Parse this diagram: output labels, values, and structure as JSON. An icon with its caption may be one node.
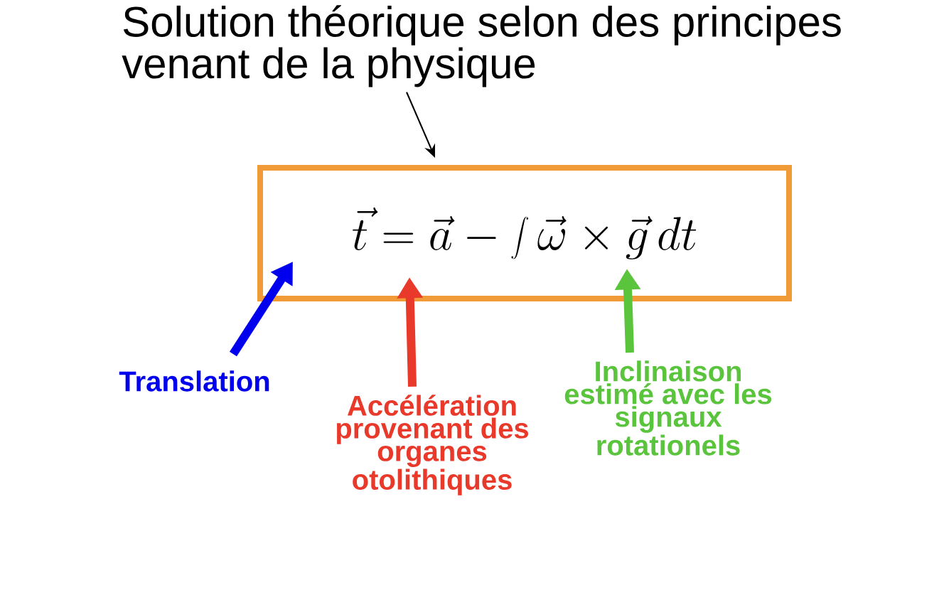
{
  "diagram": {
    "nodes": [
      {
        "text": [
          "Solution théorique selon des principes venant de la physique"
        ]
      },
      {
        "text": [
          "\\displaystyle \\vec{t} = \\vec{a} - \\int \\vec{\\omega} \\times \\vec{g}\\, dt"
        ]
      },
      {
        "text": [
          "Translation"
        ]
      },
      {
        "text": [
          "Accélération provenant des organes otolithiques"
        ]
      },
      {
        "text": [
          "Inclinaison estimé avec les signaux rotationels"
        ]
      }
    ],
    "edges": [
      {
        "from": 0,
        "to": 1,
        "arrow": "to",
        "color": "#000000"
      },
      {
        "from": 2,
        "to": 1,
        "arrow": "to",
        "color": "#0000ee"
      },
      {
        "from": 3,
        "to": 1,
        "arrow": "to",
        "color": "#e8392a"
      },
      {
        "from": 4,
        "to": 1,
        "arrow": "to",
        "color": "#5ac43c"
      }
    ]
  }
}
